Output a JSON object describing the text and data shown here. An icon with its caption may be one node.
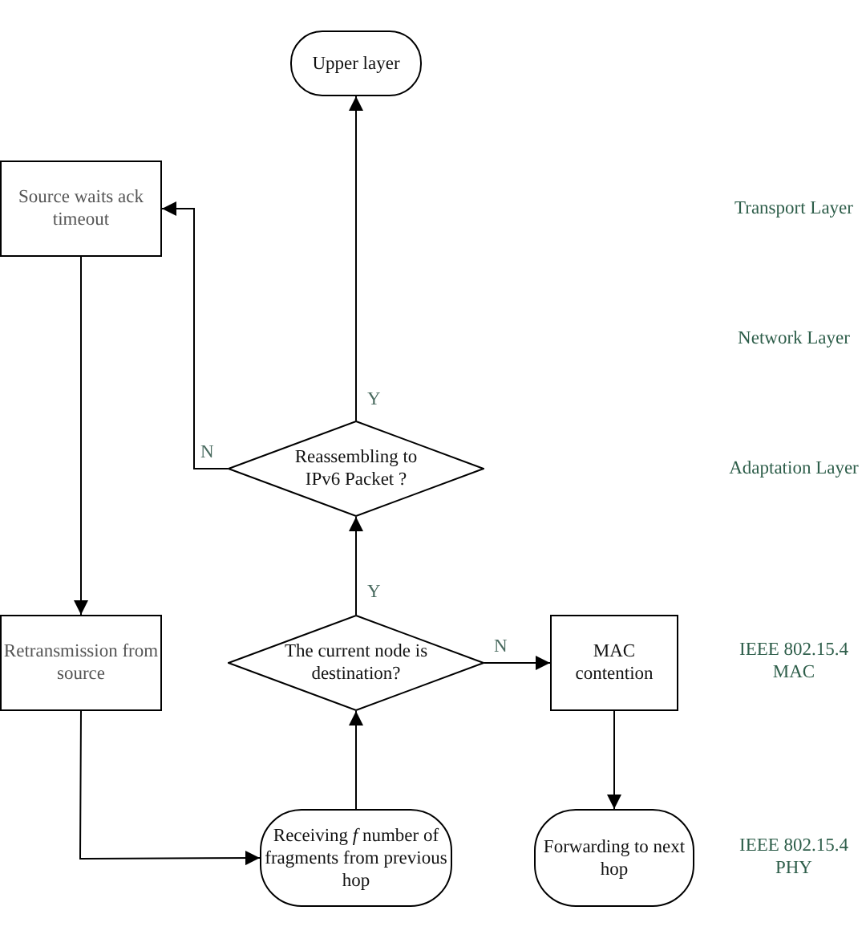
{
  "diagram": {
    "nodes": [
      {
        "text": [
          "Upper layer"
        ]
      },
      {
        "text": [
          "Source waits ack timeout"
        ]
      },
      {
        "text": [
          "Reassembling to IPv6 Packet ?"
        ]
      },
      {
        "text": [
          "Retransmission from source"
        ]
      },
      {
        "text": [
          "The current node is destination?"
        ]
      },
      {
        "text": [
          "MAC contention"
        ]
      },
      {
        "text": [
          "Receiving *f* number of fragments from previous hop"
        ]
      },
      {
        "text": [
          "Forwarding to next hop"
        ]
      }
    ],
    "edges": [
      {
        "from": 6,
        "to": 4,
        "arrow": "to"
      },
      {
        "from": 4,
        "to": 2,
        "arrow": "to",
        "label": "Y"
      },
      {
        "from": 4,
        "to": 5,
        "arrow": "to",
        "label": "N"
      },
      {
        "from": 5,
        "to": 7,
        "arrow": "to"
      },
      {
        "from": 2,
        "to": 0,
        "arrow": "to",
        "label": "Y"
      },
      {
        "from": 2,
        "to": 1,
        "arrow": "to",
        "label": "N"
      },
      {
        "from": 1,
        "to": 3,
        "arrow": "to"
      },
      {
        "from": 3,
        "to": 6,
        "arrow": "to"
      }
    ],
    "labels": [
      "Transport Layer",
      "Network Layer",
      "Adaptation Layer",
      "IEEE 802.15.4 MAC",
      "IEEE 802.15.4 PHY"
    ]
  }
}
